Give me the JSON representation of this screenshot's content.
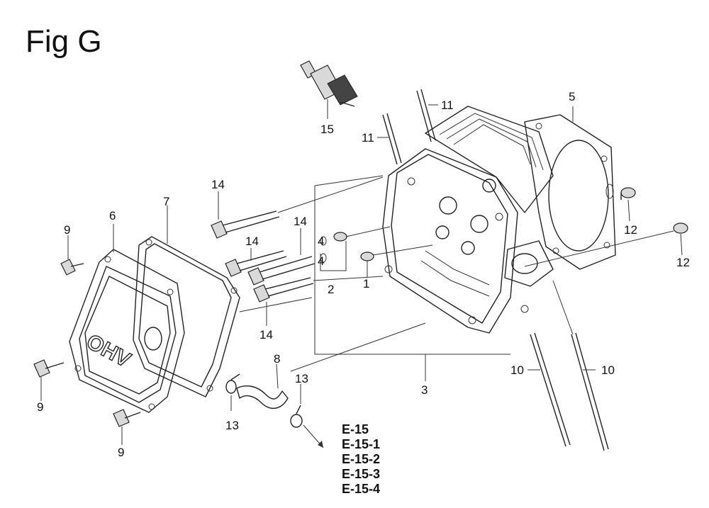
{
  "title": "Fig G",
  "callouts": {
    "c1": "1",
    "c2": "2",
    "c3": "3",
    "c4a": "4",
    "c4b": "4",
    "c5": "5",
    "c6": "6",
    "c7": "7",
    "c8": "8",
    "c9a": "9",
    "c9b": "9",
    "c9c": "9",
    "c10a": "10",
    "c10b": "10",
    "c11a": "11",
    "c11b": "11",
    "c12a": "12",
    "c12b": "12",
    "c13a": "13",
    "c13b": "13",
    "c14a": "14",
    "c14b": "14",
    "c14c": "14",
    "c14d": "14",
    "c15": "15"
  },
  "references": [
    "E-15",
    "E-15-1",
    "E-15-2",
    "E-15-3",
    "E-15-4"
  ],
  "cover_lettering": "OHV"
}
